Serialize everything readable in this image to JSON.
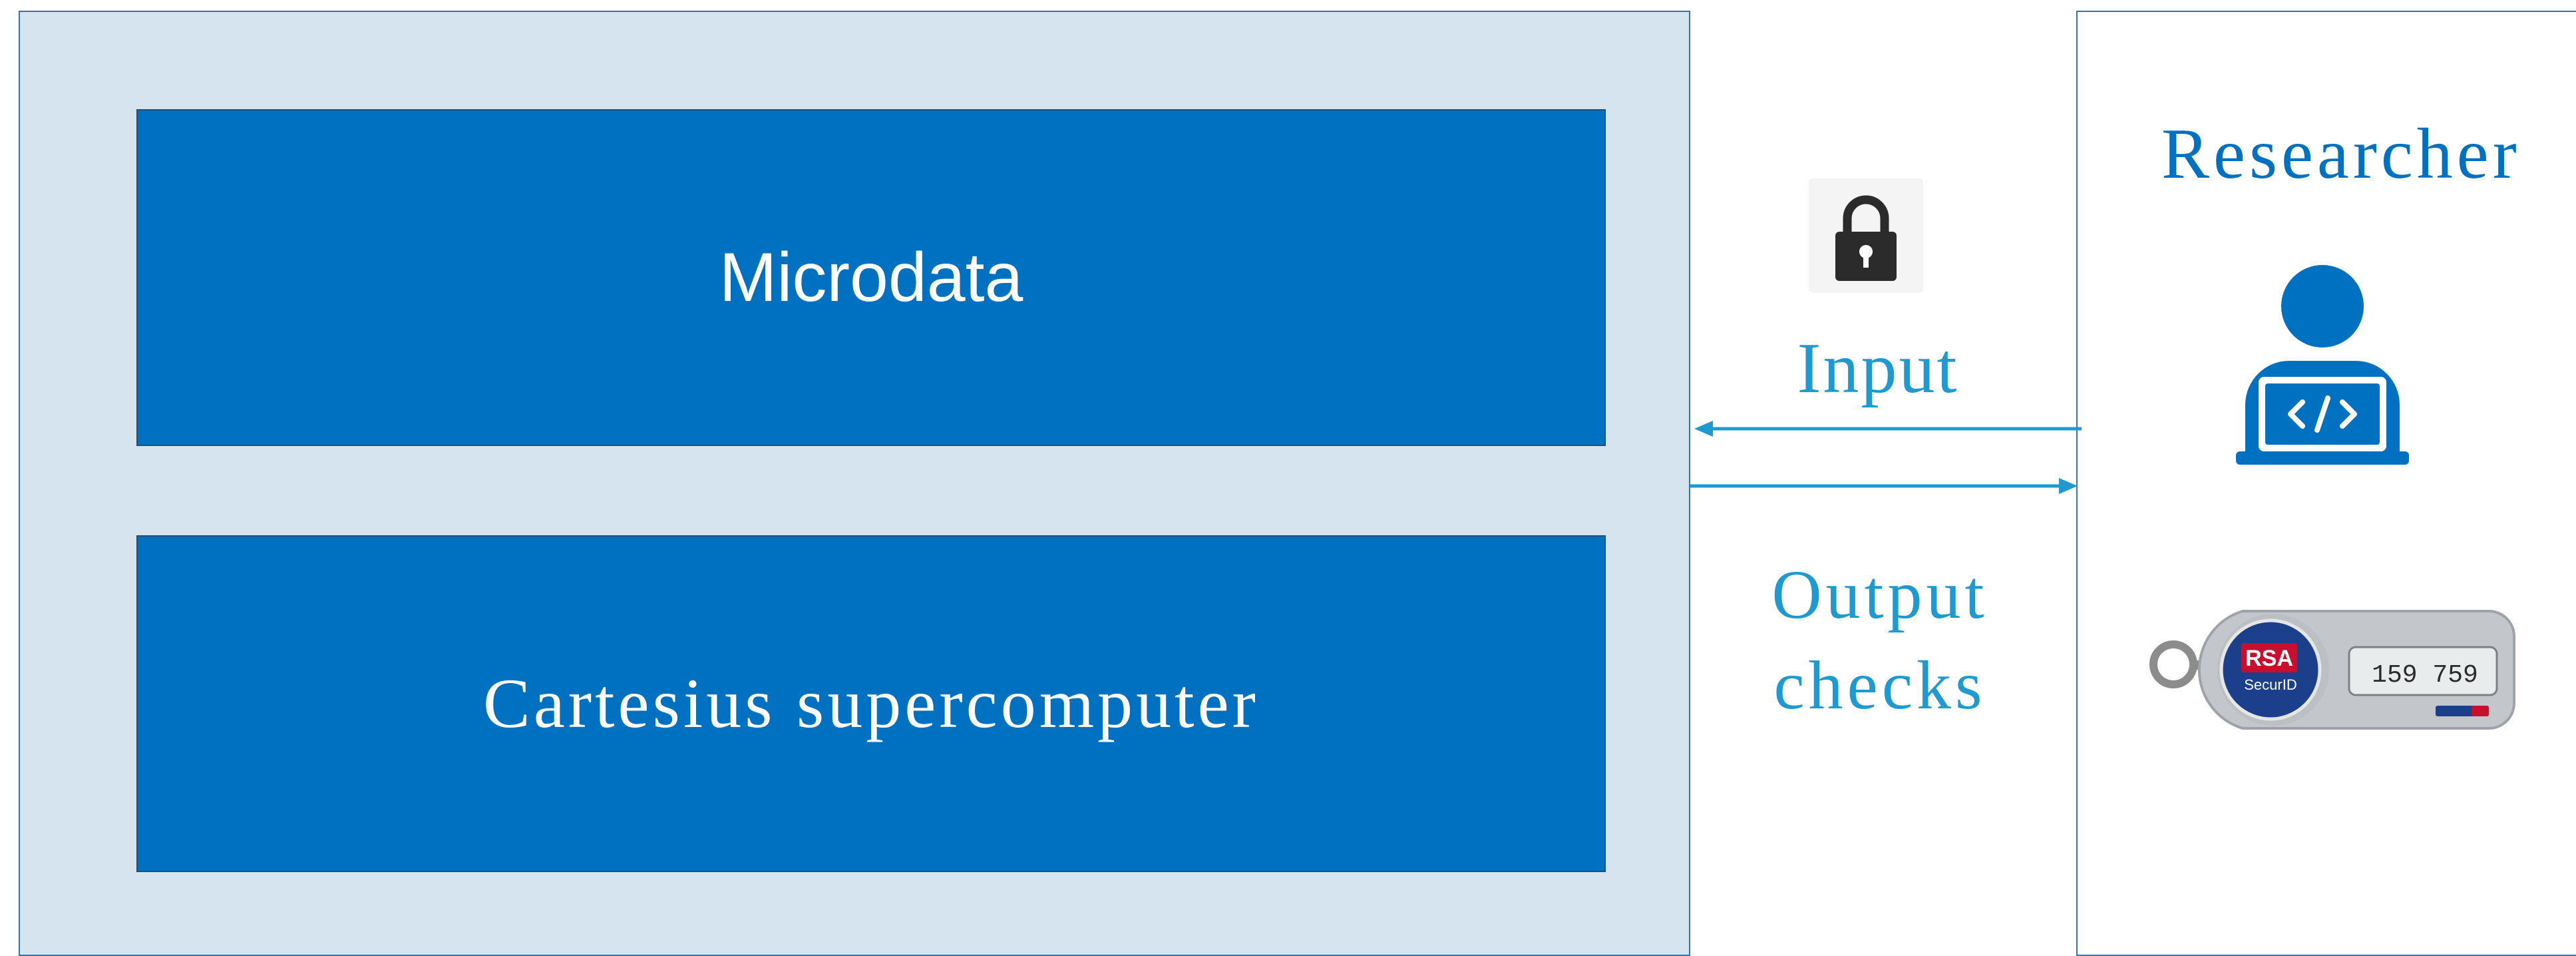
{
  "system": {
    "microdata_label": "Microdata",
    "supercomputer_label": "Cartesius supercomputer"
  },
  "researcher": {
    "title": "Researcher",
    "icons": [
      "person-with-laptop-icon",
      "code-icon",
      "rsa-securid-token-icon"
    ]
  },
  "flow": {
    "input_label": "Input",
    "output_label_line1": "Output",
    "output_label_line2": "checks",
    "lock_icon": "padlock-icon"
  },
  "token": {
    "brand": "RSA",
    "product": "SecurID",
    "code": "159 759"
  },
  "colors": {
    "panel_fill": "#d6e4f0",
    "box_fill": "#0070c0",
    "accent": "#0070c0",
    "arrow": "#1f9ad0"
  }
}
